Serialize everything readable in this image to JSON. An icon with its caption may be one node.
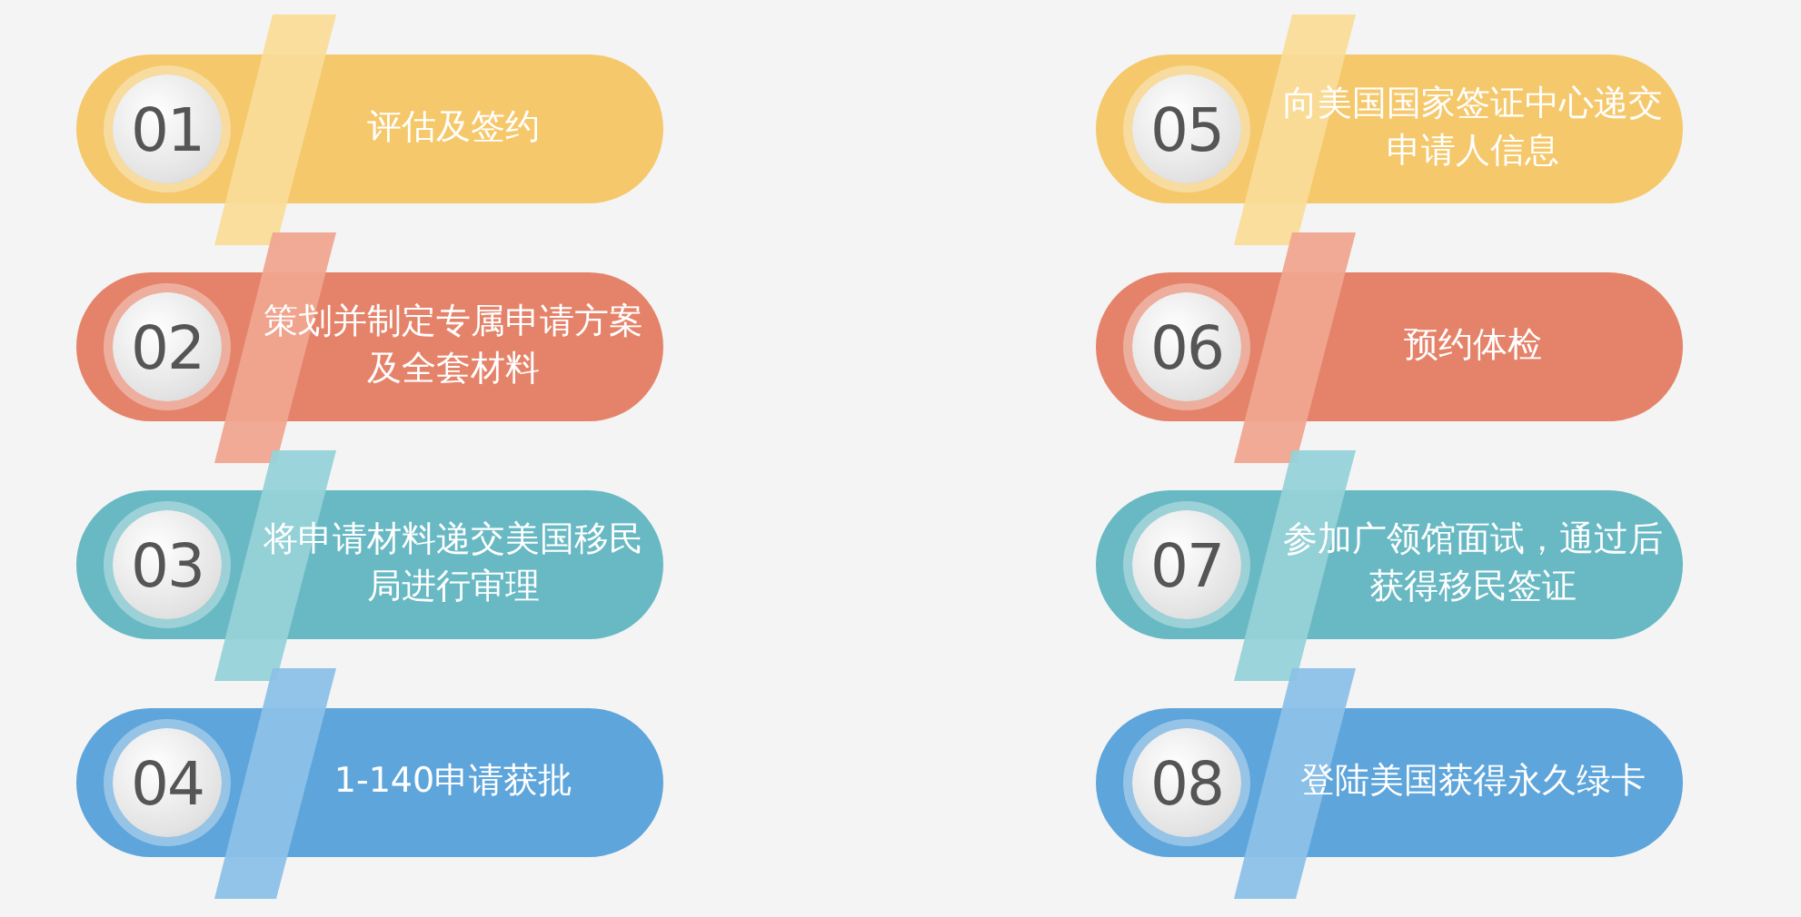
{
  "diagram": {
    "nodes": [
      {
        "text": [
          "01",
          "评估及签约"
        ]
      },
      {
        "text": [
          "02",
          "策划并制定专属申请方案及全套材料"
        ]
      },
      {
        "text": [
          "03",
          "将申请材料递交美国移民局进行审理"
        ]
      },
      {
        "text": [
          "04",
          "1-140申请获批"
        ]
      },
      {
        "text": [
          "05",
          "向美国国家签证中心递交申请人信息"
        ]
      },
      {
        "text": [
          "06",
          "预约体检"
        ]
      },
      {
        "text": [
          "07",
          "参加广领馆面试，通过后获得移民签证"
        ]
      },
      {
        "text": [
          "08",
          "登陆美国获得永久绿卡"
        ]
      }
    ]
  }
}
